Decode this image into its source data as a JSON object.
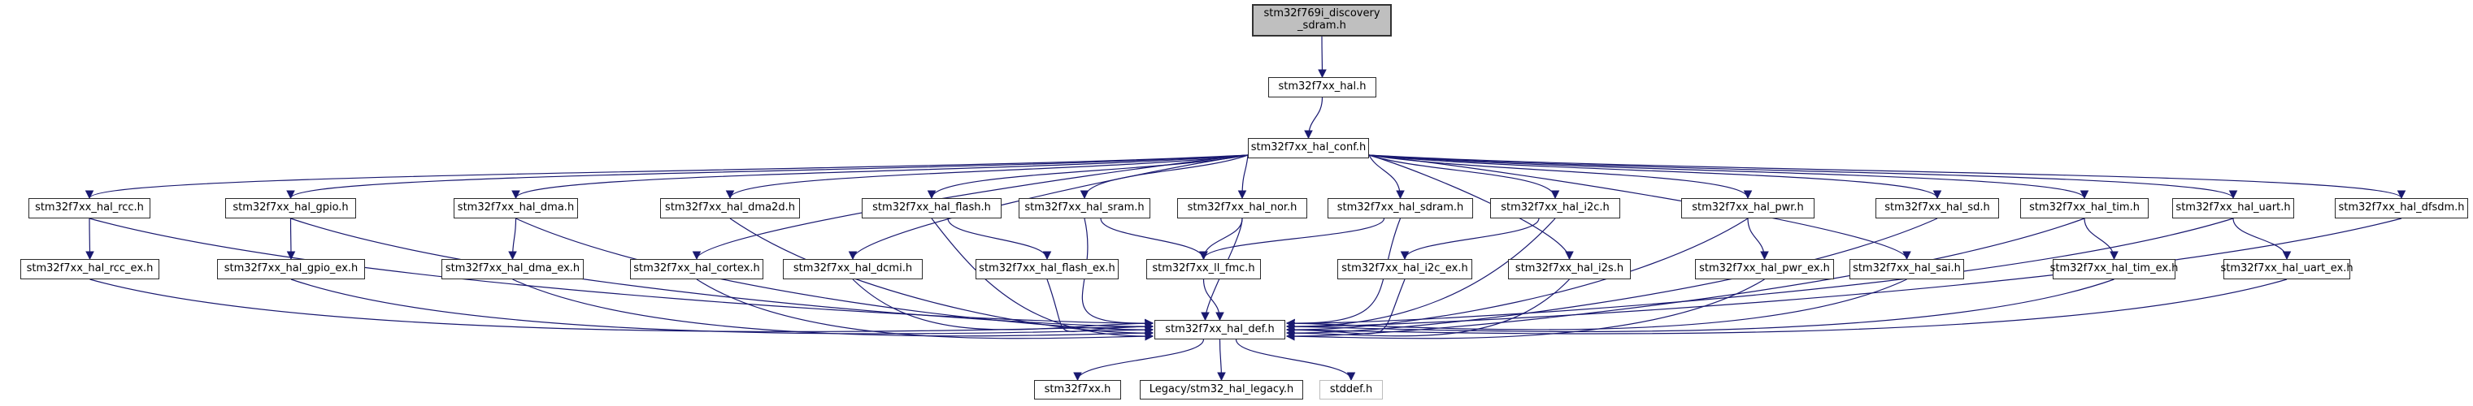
{
  "diagram": {
    "type": "include-dependency-graph",
    "root_file": "stm32f769i_discovery_sdram.h",
    "colors": {
      "edge": "#191970",
      "node_border": "#2b2b2b",
      "node_bg": "#ffffff",
      "root_bg": "#bfbfbf",
      "external_border": "#bdbdbd",
      "text": "#000000"
    },
    "nodes": [
      {
        "id": "disc",
        "label": "stm32f769i_discovery_sdram.h",
        "label_lines": [
          "stm32f769i_discovery",
          "_sdram.h"
        ],
        "style": "main"
      },
      {
        "id": "hal",
        "label": "stm32f7xx_hal.h",
        "style": "normal"
      },
      {
        "id": "conf",
        "label": "stm32f7xx_hal_conf.h",
        "style": "normal"
      },
      {
        "id": "rcc",
        "label": "stm32f7xx_hal_rcc.h",
        "style": "normal"
      },
      {
        "id": "gpio",
        "label": "stm32f7xx_hal_gpio.h",
        "style": "normal"
      },
      {
        "id": "dma",
        "label": "stm32f7xx_hal_dma.h",
        "style": "normal"
      },
      {
        "id": "dma2d",
        "label": "stm32f7xx_hal_dma2d.h",
        "style": "normal"
      },
      {
        "id": "flash",
        "label": "stm32f7xx_hal_flash.h",
        "style": "normal"
      },
      {
        "id": "sram",
        "label": "stm32f7xx_hal_sram.h",
        "style": "normal"
      },
      {
        "id": "nor",
        "label": "stm32f7xx_hal_nor.h",
        "style": "normal"
      },
      {
        "id": "sdram",
        "label": "stm32f7xx_hal_sdram.h",
        "style": "normal"
      },
      {
        "id": "i2c",
        "label": "stm32f7xx_hal_i2c.h",
        "style": "normal"
      },
      {
        "id": "pwr",
        "label": "stm32f7xx_hal_pwr.h",
        "style": "normal"
      },
      {
        "id": "sd",
        "label": "stm32f7xx_hal_sd.h",
        "style": "normal"
      },
      {
        "id": "tim",
        "label": "stm32f7xx_hal_tim.h",
        "style": "normal"
      },
      {
        "id": "uart",
        "label": "stm32f7xx_hal_uart.h",
        "style": "normal"
      },
      {
        "id": "dfsdm",
        "label": "stm32f7xx_hal_dfsdm.h",
        "style": "normal"
      },
      {
        "id": "rcc_ex",
        "label": "stm32f7xx_hal_rcc_ex.h",
        "style": "normal"
      },
      {
        "id": "gpio_ex",
        "label": "stm32f7xx_hal_gpio_ex.h",
        "style": "normal"
      },
      {
        "id": "dma_ex",
        "label": "stm32f7xx_hal_dma_ex.h",
        "style": "normal"
      },
      {
        "id": "cortex",
        "label": "stm32f7xx_hal_cortex.h",
        "style": "normal"
      },
      {
        "id": "dcmi",
        "label": "stm32f7xx_hal_dcmi.h",
        "style": "normal"
      },
      {
        "id": "flash_ex",
        "label": "stm32f7xx_hal_flash_ex.h",
        "style": "normal"
      },
      {
        "id": "fmc",
        "label": "stm32f7xx_ll_fmc.h",
        "style": "normal"
      },
      {
        "id": "i2c_ex",
        "label": "stm32f7xx_hal_i2c_ex.h",
        "style": "normal"
      },
      {
        "id": "i2s",
        "label": "stm32f7xx_hal_i2s.h",
        "style": "normal"
      },
      {
        "id": "pwr_ex",
        "label": "stm32f7xx_hal_pwr_ex.h",
        "style": "normal"
      },
      {
        "id": "sai",
        "label": "stm32f7xx_hal_sai.h",
        "style": "normal"
      },
      {
        "id": "tim_ex",
        "label": "stm32f7xx_hal_tim_ex.h",
        "style": "normal"
      },
      {
        "id": "uart_ex",
        "label": "stm32f7xx_hal_uart_ex.h",
        "style": "normal"
      },
      {
        "id": "def",
        "label": "stm32f7xx_hal_def.h",
        "style": "normal"
      },
      {
        "id": "f7xx",
        "label": "stm32f7xx.h",
        "style": "normal"
      },
      {
        "id": "legacy",
        "label": "Legacy/stm32_hal_legacy.h",
        "style": "normal"
      },
      {
        "id": "stddef",
        "label": "stddef.h",
        "style": "external"
      }
    ],
    "edges": [
      {
        "from": "disc",
        "to": "hal"
      },
      {
        "from": "hal",
        "to": "conf"
      },
      {
        "from": "conf",
        "to": "rcc"
      },
      {
        "from": "conf",
        "to": "gpio"
      },
      {
        "from": "conf",
        "to": "dma"
      },
      {
        "from": "conf",
        "to": "dma2d"
      },
      {
        "from": "conf",
        "to": "flash"
      },
      {
        "from": "conf",
        "to": "sram"
      },
      {
        "from": "conf",
        "to": "nor"
      },
      {
        "from": "conf",
        "to": "sdram"
      },
      {
        "from": "conf",
        "to": "i2c"
      },
      {
        "from": "conf",
        "to": "pwr"
      },
      {
        "from": "conf",
        "to": "sd"
      },
      {
        "from": "conf",
        "to": "tim"
      },
      {
        "from": "conf",
        "to": "uart"
      },
      {
        "from": "conf",
        "to": "dfsdm"
      },
      {
        "from": "conf",
        "to": "cortex"
      },
      {
        "from": "conf",
        "to": "dcmi"
      },
      {
        "from": "conf",
        "to": "i2s"
      },
      {
        "from": "conf",
        "to": "sai"
      },
      {
        "from": "rcc",
        "to": "rcc_ex"
      },
      {
        "from": "gpio",
        "to": "gpio_ex"
      },
      {
        "from": "dma",
        "to": "dma_ex"
      },
      {
        "from": "flash",
        "to": "flash_ex"
      },
      {
        "from": "sram",
        "to": "fmc"
      },
      {
        "from": "nor",
        "to": "fmc"
      },
      {
        "from": "sdram",
        "to": "fmc"
      },
      {
        "from": "i2c",
        "to": "i2c_ex"
      },
      {
        "from": "pwr",
        "to": "pwr_ex"
      },
      {
        "from": "tim",
        "to": "tim_ex"
      },
      {
        "from": "uart",
        "to": "uart_ex"
      },
      {
        "from": "rcc",
        "to": "def"
      },
      {
        "from": "gpio",
        "to": "def"
      },
      {
        "from": "dma",
        "to": "def"
      },
      {
        "from": "dma2d",
        "to": "def"
      },
      {
        "from": "flash",
        "to": "def"
      },
      {
        "from": "sram",
        "to": "def"
      },
      {
        "from": "nor",
        "to": "def"
      },
      {
        "from": "sdram",
        "to": "def"
      },
      {
        "from": "i2c",
        "to": "def"
      },
      {
        "from": "pwr",
        "to": "def"
      },
      {
        "from": "sd",
        "to": "def"
      },
      {
        "from": "tim",
        "to": "def"
      },
      {
        "from": "uart",
        "to": "def"
      },
      {
        "from": "dfsdm",
        "to": "def"
      },
      {
        "from": "rcc_ex",
        "to": "def"
      },
      {
        "from": "gpio_ex",
        "to": "def"
      },
      {
        "from": "dma_ex",
        "to": "def"
      },
      {
        "from": "cortex",
        "to": "def"
      },
      {
        "from": "dcmi",
        "to": "def"
      },
      {
        "from": "flash_ex",
        "to": "def"
      },
      {
        "from": "fmc",
        "to": "def"
      },
      {
        "from": "i2c_ex",
        "to": "def"
      },
      {
        "from": "i2s",
        "to": "def"
      },
      {
        "from": "pwr_ex",
        "to": "def"
      },
      {
        "from": "sai",
        "to": "def"
      },
      {
        "from": "tim_ex",
        "to": "def"
      },
      {
        "from": "uart_ex",
        "to": "def"
      },
      {
        "from": "def",
        "to": "f7xx"
      },
      {
        "from": "def",
        "to": "legacy"
      },
      {
        "from": "def",
        "to": "stddef"
      }
    ]
  }
}
